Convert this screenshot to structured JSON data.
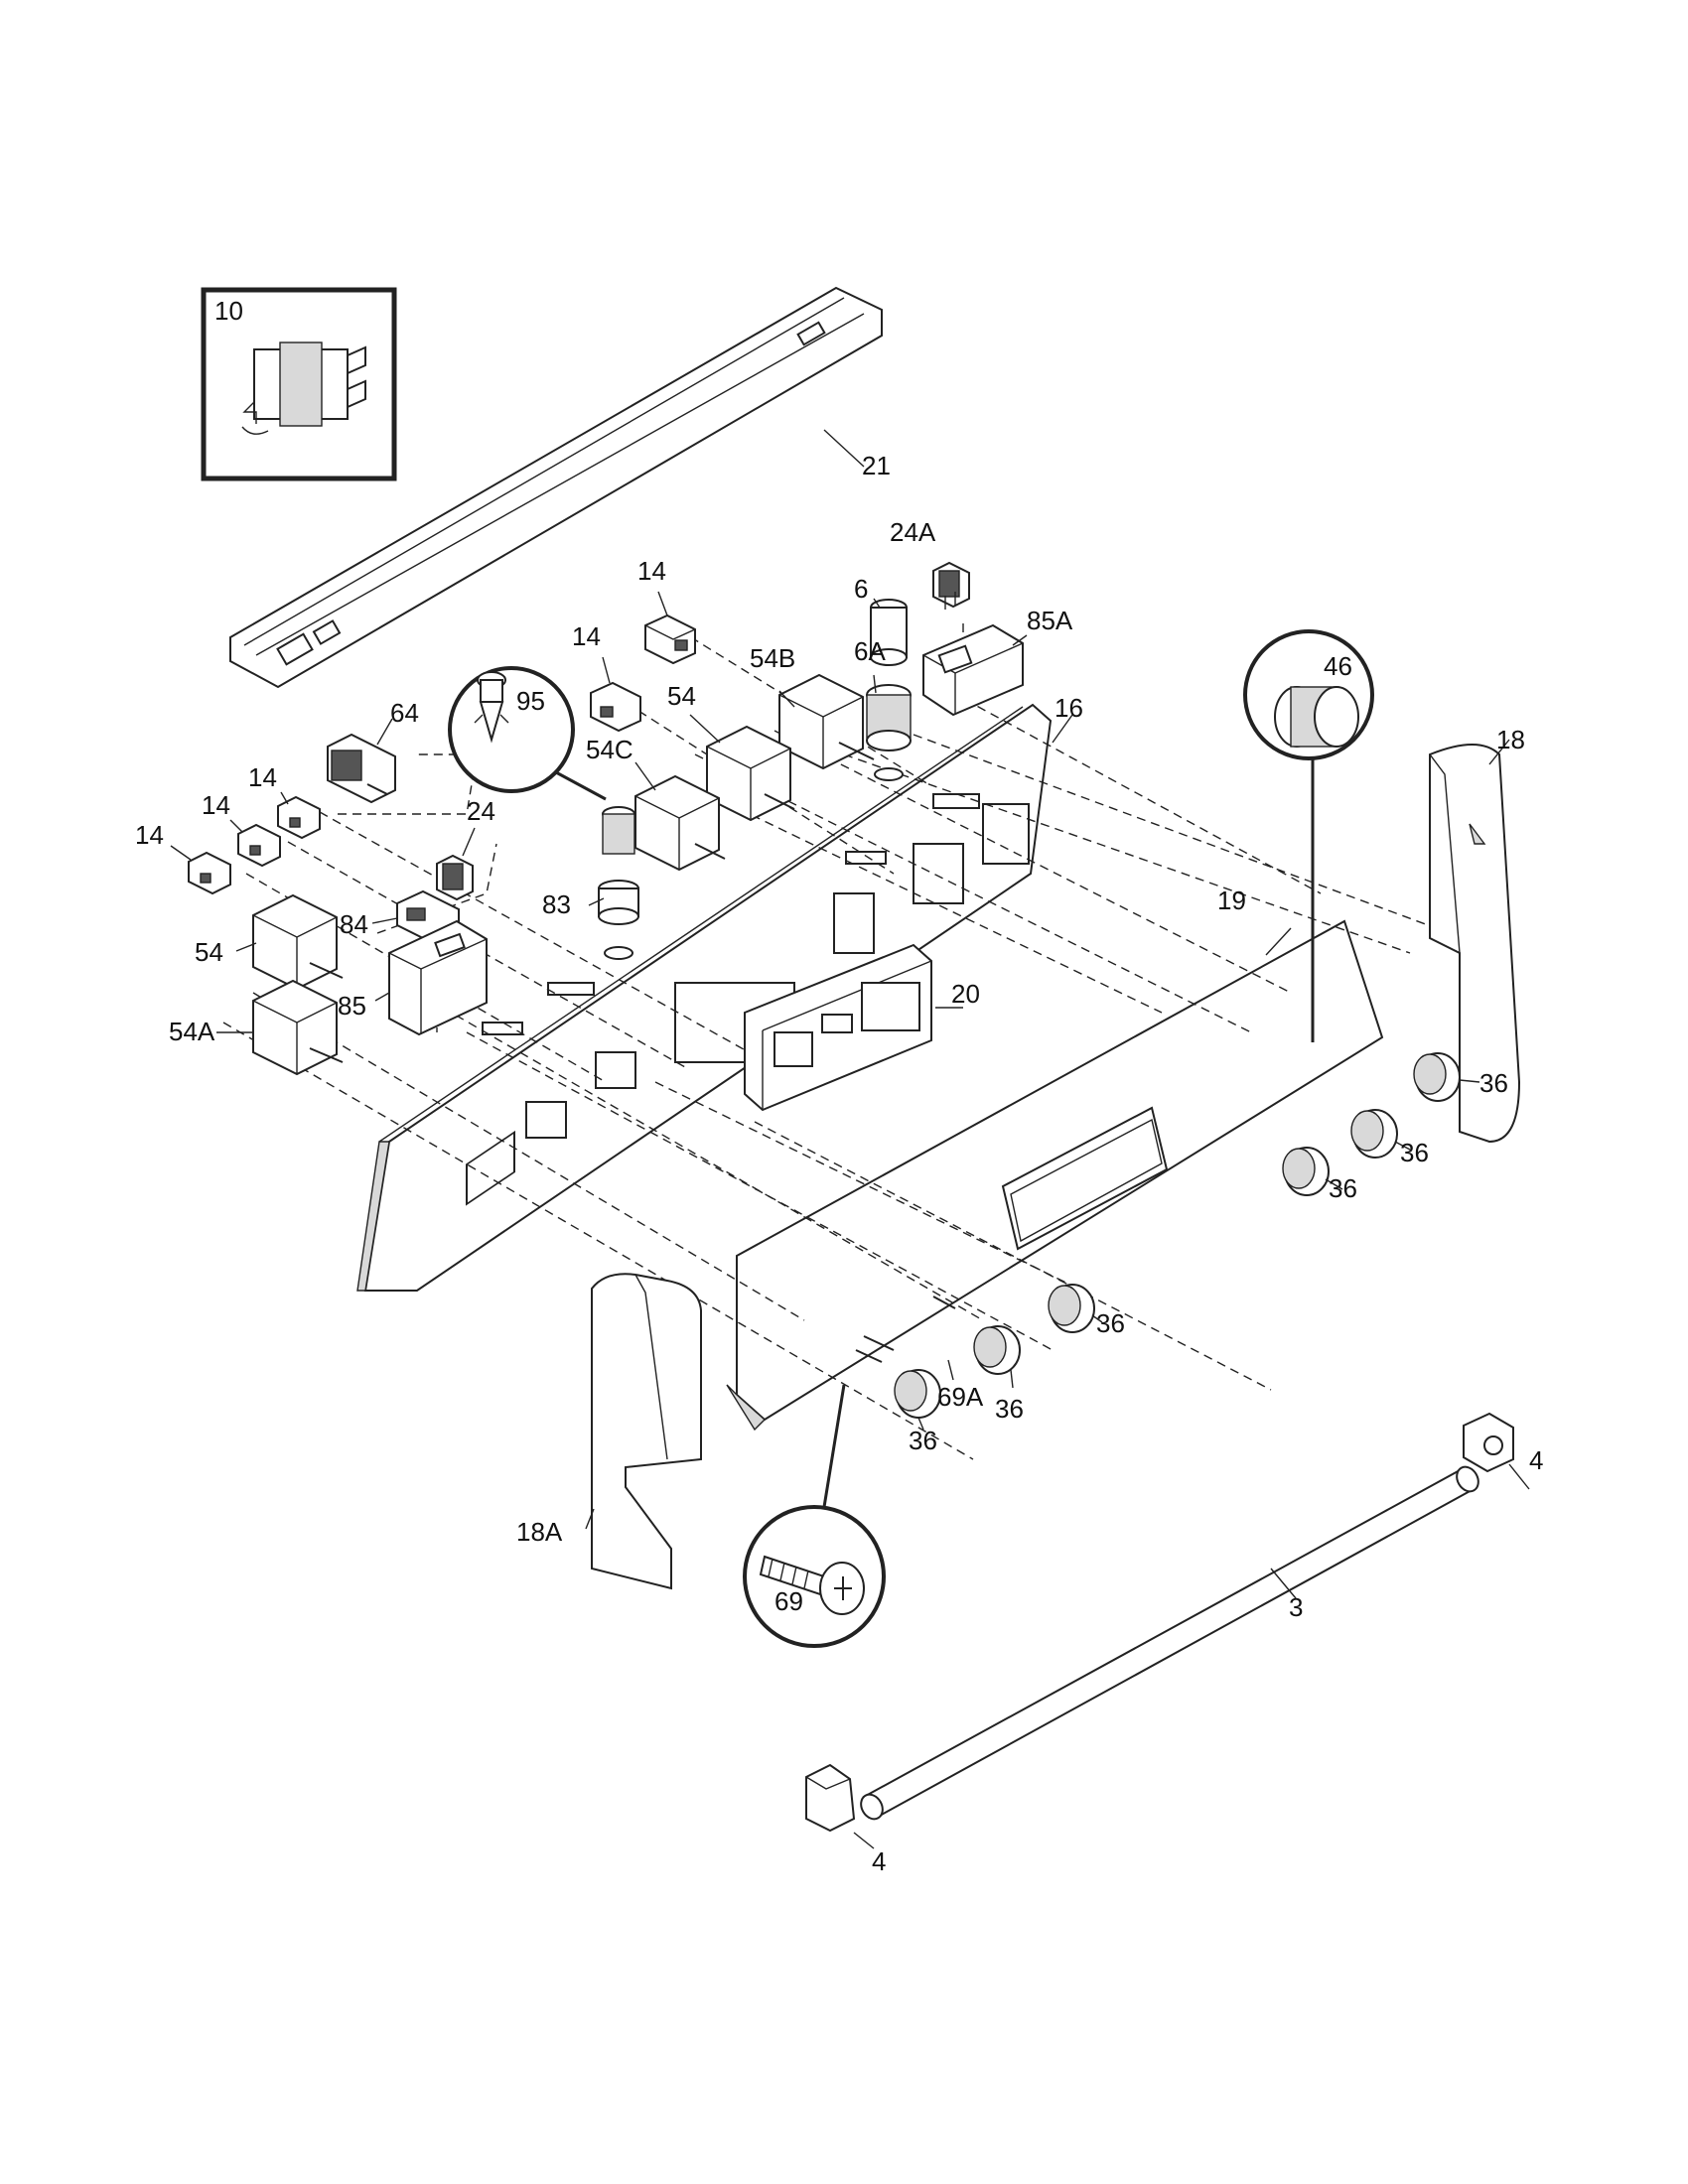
{
  "labels": {
    "p10": "10",
    "p21": "21",
    "p24A": "24A",
    "p14_top": "14",
    "p6": "6",
    "p85A": "85A",
    "p14_b": "14",
    "p54B": "54B",
    "p6A": "6A",
    "p95": "95",
    "p54": "54",
    "p46": "46",
    "p16": "16",
    "p18": "18",
    "p64": "64",
    "p54C": "54C",
    "p14_c": "14",
    "p24": "24",
    "p14_d": "14",
    "p14_e": "14",
    "p83": "83",
    "p19": "19",
    "p84": "84",
    "p54_left": "54",
    "p20": "20",
    "p85": "85",
    "p54A": "54A",
    "p36_a": "36",
    "p36_b": "36",
    "p36_c": "36",
    "p36_d": "36",
    "p36_e": "36",
    "p69A": "69A",
    "p36_f": "36",
    "p4_right": "4",
    "p18A": "18A",
    "p69": "69",
    "p3": "3",
    "p4_bottom": "4"
  },
  "colors": {
    "line": "#222222",
    "background": "#ffffff",
    "shade": "#d9d9d9"
  },
  "icons": {
    "detail_circle": "magnified-detail-circle",
    "detail_box": "inset-detail-box"
  }
}
